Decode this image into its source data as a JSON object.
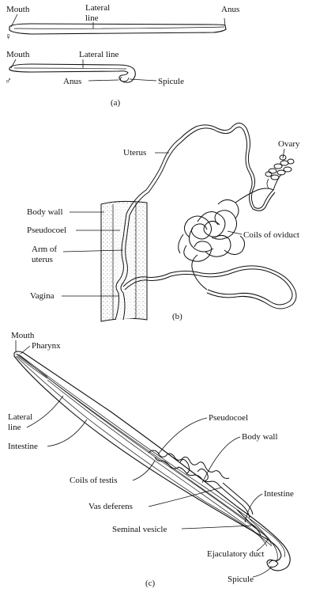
{
  "panel_a": {
    "female": {
      "mouth": "Mouth",
      "lateral_line_1": "Lateral",
      "lateral_line_2": "line",
      "anus": "Anus",
      "symbol": "♀"
    },
    "male": {
      "mouth": "Mouth",
      "lateral_line": "Lateral line",
      "anus": "Anus",
      "spicule": "Spicule",
      "symbol": "♂"
    },
    "caption": "(a)"
  },
  "panel_b": {
    "uterus": "Uterus",
    "ovary": "Ovary",
    "body_wall": "Body wall",
    "pseudocoel": "Pseudocoel",
    "arm_of_uterus_1": "Arm of",
    "arm_of_uterus_2": "uterus",
    "coils_of_oviduct": "Coils of oviduct",
    "vagina": "Vagina",
    "caption": "(b)"
  },
  "panel_c": {
    "mouth": "Mouth",
    "pharynx": "Pharynx",
    "lateral_line_1": "Lateral",
    "lateral_line_2": "line",
    "intestine_left": "Intestine",
    "pseudocoel": "Pseudocoel",
    "body_wall": "Body wall",
    "coils_of_testis": "Coils of testis",
    "vas_deferens": "Vas deferens",
    "intestine_right": "Intestine",
    "seminal_vesicle": "Seminal vesicle",
    "ejaculatory_duct": "Ejaculatory duct",
    "spicule": "Spicule",
    "caption": "(c)"
  }
}
